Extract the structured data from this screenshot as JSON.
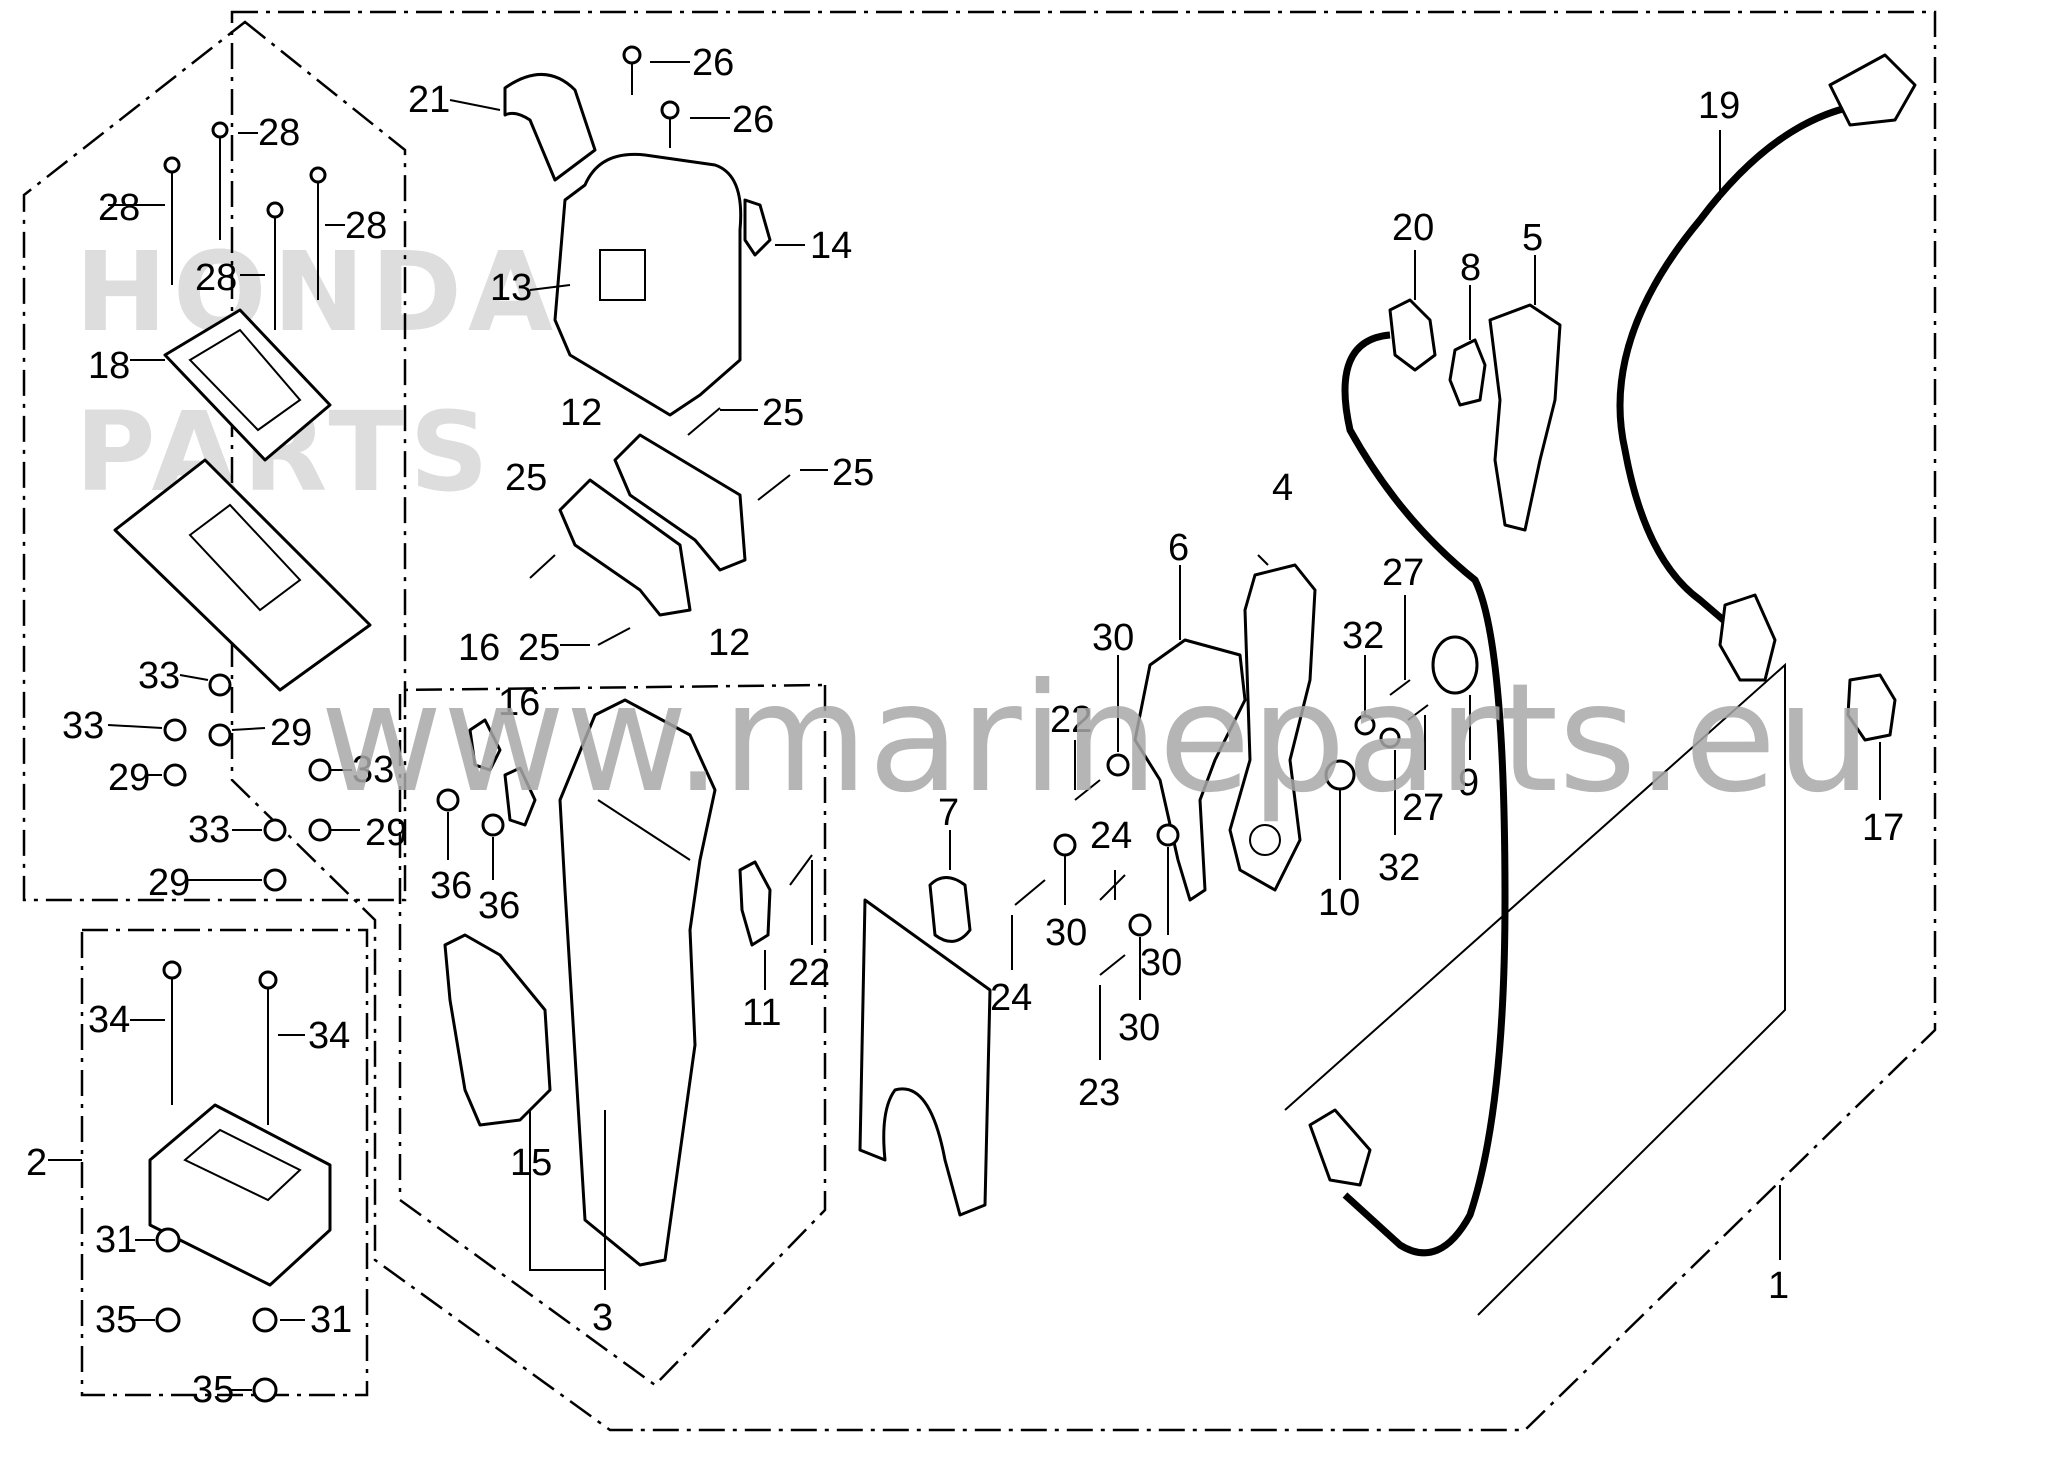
{
  "watermark": {
    "site": "www.marineparts.eu",
    "logo_line1": "HONDA",
    "logo_line2": "PARTS"
  },
  "colors": {
    "ink": "#000000",
    "watermark": "#a9a9a9"
  },
  "callouts": [
    {
      "id": "c1",
      "text": "1"
    },
    {
      "id": "c2",
      "text": "2"
    },
    {
      "id": "c3",
      "text": "3"
    },
    {
      "id": "c4",
      "text": "4"
    },
    {
      "id": "c5",
      "text": "5"
    },
    {
      "id": "c6",
      "text": "6"
    },
    {
      "id": "c7",
      "text": "7"
    },
    {
      "id": "c8",
      "text": "8"
    },
    {
      "id": "c9",
      "text": "9"
    },
    {
      "id": "c10",
      "text": "10"
    },
    {
      "id": "c11",
      "text": "11"
    },
    {
      "id": "c12a",
      "text": "12"
    },
    {
      "id": "c12b",
      "text": "12"
    },
    {
      "id": "c13",
      "text": "13"
    },
    {
      "id": "c14",
      "text": "14"
    },
    {
      "id": "c15",
      "text": "15"
    },
    {
      "id": "c16a",
      "text": "16"
    },
    {
      "id": "c16b",
      "text": "16"
    },
    {
      "id": "c17",
      "text": "17"
    },
    {
      "id": "c18",
      "text": "18"
    },
    {
      "id": "c19",
      "text": "19"
    },
    {
      "id": "c20",
      "text": "20"
    },
    {
      "id": "c21",
      "text": "21"
    },
    {
      "id": "c22a",
      "text": "22"
    },
    {
      "id": "c22b",
      "text": "22"
    },
    {
      "id": "c23",
      "text": "23"
    },
    {
      "id": "c24a",
      "text": "24"
    },
    {
      "id": "c24b",
      "text": "24"
    },
    {
      "id": "c25a",
      "text": "25"
    },
    {
      "id": "c25b",
      "text": "25"
    },
    {
      "id": "c25c",
      "text": "25"
    },
    {
      "id": "c25d",
      "text": "25"
    },
    {
      "id": "c26a",
      "text": "26"
    },
    {
      "id": "c26b",
      "text": "26"
    },
    {
      "id": "c27a",
      "text": "27"
    },
    {
      "id": "c27b",
      "text": "27"
    },
    {
      "id": "c28a",
      "text": "28"
    },
    {
      "id": "c28b",
      "text": "28"
    },
    {
      "id": "c28c",
      "text": "28"
    },
    {
      "id": "c28d",
      "text": "28"
    },
    {
      "id": "c29a",
      "text": "29"
    },
    {
      "id": "c29b",
      "text": "29"
    },
    {
      "id": "c29c",
      "text": "29"
    },
    {
      "id": "c29d",
      "text": "29"
    },
    {
      "id": "c30a",
      "text": "30"
    },
    {
      "id": "c30b",
      "text": "30"
    },
    {
      "id": "c30c",
      "text": "30"
    },
    {
      "id": "c30d",
      "text": "30"
    },
    {
      "id": "c31a",
      "text": "31"
    },
    {
      "id": "c31b",
      "text": "31"
    },
    {
      "id": "c32a",
      "text": "32"
    },
    {
      "id": "c32b",
      "text": "32"
    },
    {
      "id": "c33a",
      "text": "33"
    },
    {
      "id": "c33b",
      "text": "33"
    },
    {
      "id": "c33c",
      "text": "33"
    },
    {
      "id": "c33d",
      "text": "33"
    },
    {
      "id": "c34a",
      "text": "34"
    },
    {
      "id": "c34b",
      "text": "34"
    },
    {
      "id": "c35a",
      "text": "35"
    },
    {
      "id": "c35b",
      "text": "35"
    },
    {
      "id": "c36a",
      "text": "36"
    },
    {
      "id": "c36b",
      "text": "36"
    }
  ]
}
